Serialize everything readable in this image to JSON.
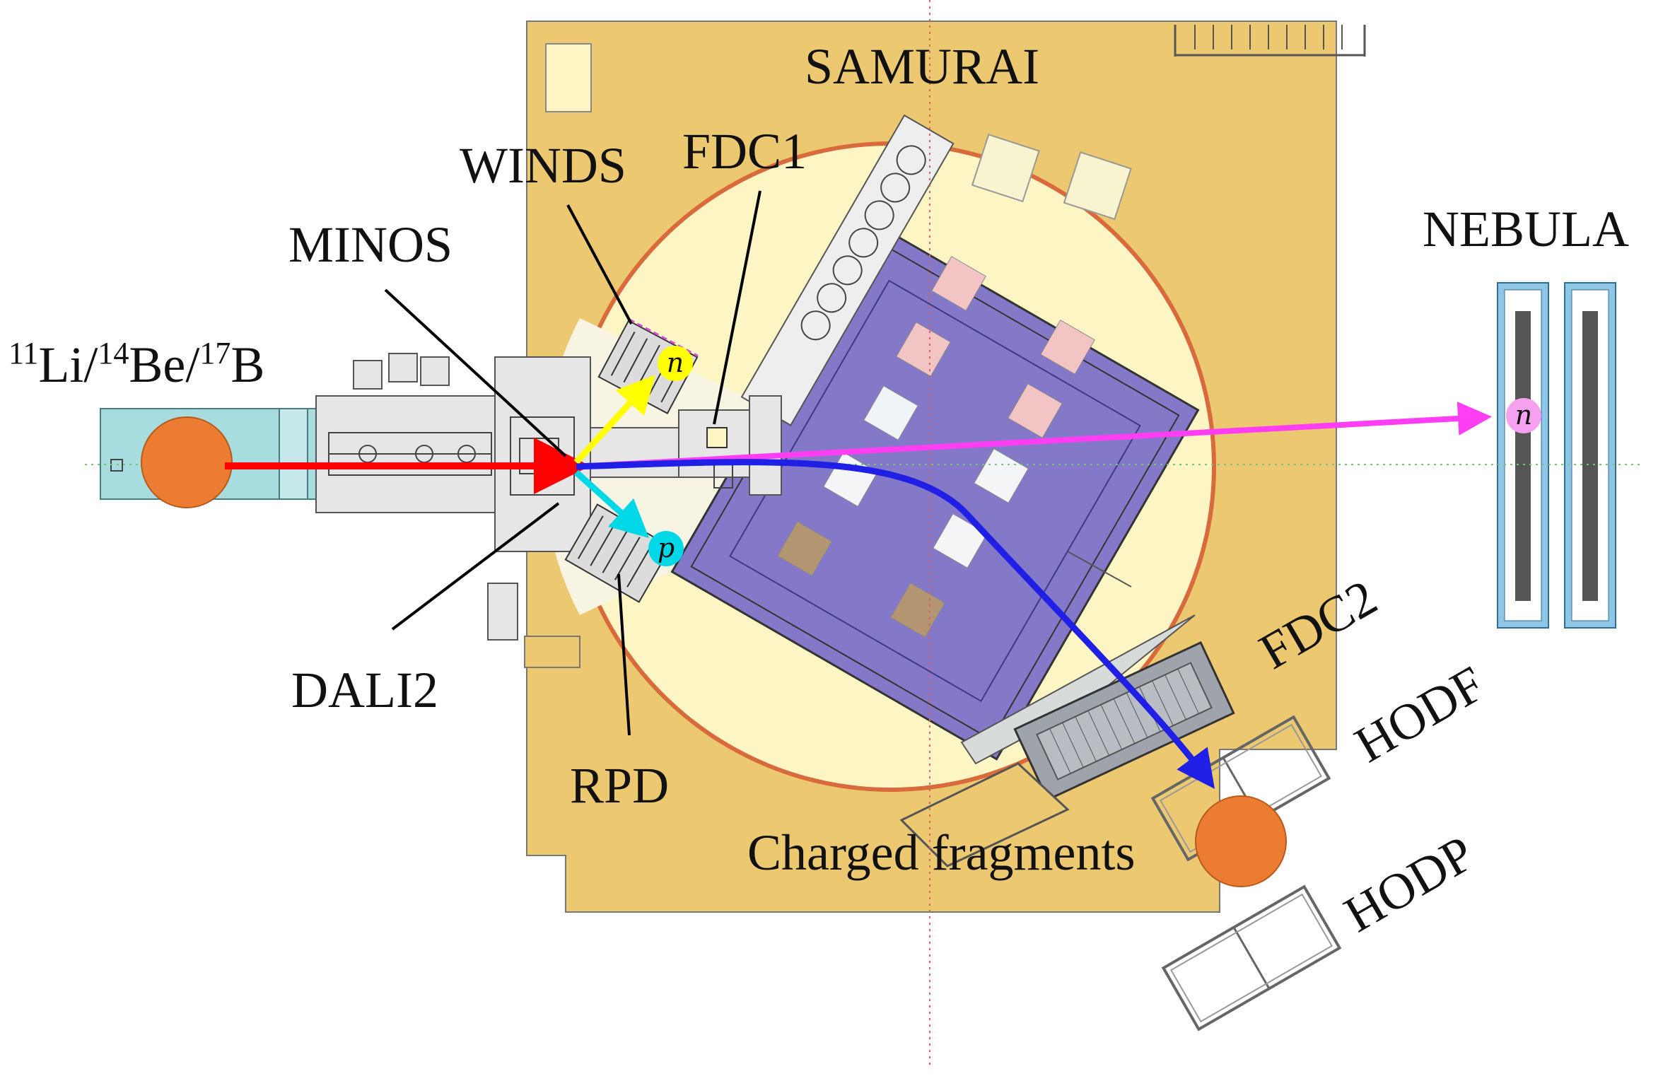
{
  "labels": {
    "samurai": "SAMURAI",
    "winds": "WINDS",
    "fdc1": "FDC1",
    "minos": "MINOS",
    "nebula": "NEBULA",
    "beam_iso1_mass": "11",
    "beam_iso1_sym": "Li/",
    "beam_iso2_mass": "14",
    "beam_iso2_sym": "Be/",
    "beam_iso3_mass": "17",
    "beam_iso3_sym": "B",
    "dali2": "DALI2",
    "rpd": "RPD",
    "fdc2": "FDC2",
    "hodf": "HODF",
    "hodp": "HODP",
    "charged_fragments": "Charged fragments"
  },
  "particles": {
    "neutron_winds": "n",
    "neutron_nebula": "n",
    "proton": "p"
  },
  "colors": {
    "hall_floor": "#ecc971",
    "magnet_circle": "#fdf6c4",
    "magnet_ring": "#d96a3c",
    "magnet_yoke": "#8479c9",
    "nebula_frame": "#8fc6e6",
    "beam_line_body": "#a8dde0",
    "fragment_ball": "#ec7c31",
    "beam_arrow": "#ff0000",
    "neutron_winds_arrow": "#ffff00",
    "neutron_nebula_arrow": "#ff3df2",
    "proton_arrow": "#00d8e8",
    "fragment_arrow": "#1f1fe6",
    "axis_dotted": "#7ac47a",
    "center_line": "#e06060"
  }
}
